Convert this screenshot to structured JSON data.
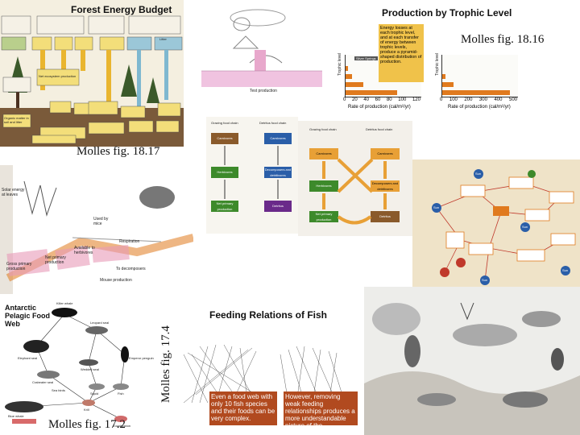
{
  "captions": {
    "fig_18_16": "Molles fig. 18.16",
    "fig_18_17": "Molles fig. 18.17",
    "fig_17_4": "Molles fig. 17.4",
    "fig_17_2": "Molles fig. 17.2"
  },
  "forest_energy": {
    "title": "Forest Energy Budget",
    "net_production": "Net ecosystem production",
    "litter_label": "Litter",
    "organic_matter": "Organic matter in soil and litter"
  },
  "trophic": {
    "title": "Production by Trophic Level",
    "callout": "Energy losses at each trophic level, and at each transfer of energy between trophic levels, produce a pyramid-shaped distribution of production.",
    "ylabel": "Trophic level",
    "xlabel_left": "Rate of production (cal/m²/yr)",
    "xlabel_right": "Rate of production (cal/m²/yr)",
    "ticks_left": [
      "0",
      "20",
      "40",
      "60",
      "80",
      "100",
      "120"
    ],
    "ticks_right": [
      "0",
      "100",
      "200",
      "300",
      "400",
      "500"
    ],
    "sublabel": "Silver Springs",
    "bottom_label": "Test production"
  },
  "food_chains": {
    "left_head_a": "Grazing food chain",
    "left_head_b": "Detritus food chain",
    "left_boxes_a": [
      "Carnivores",
      "Herbivores",
      "Net primary production"
    ],
    "left_boxes_b": [
      "Carnivores",
      "Decomposers and detritivores",
      "Detritus"
    ],
    "right_head_a": "Grazing food chain",
    "right_head_b": "Detritus food chain",
    "right_boxes_a": [
      "Carnivores",
      "Herbivores",
      "Net primary production"
    ],
    "right_boxes_b": [
      "Carnivores",
      "Decomposers and detritivores",
      "Detritus"
    ]
  },
  "solar_flow": {
    "solar_energy": "Solar energy at leaves",
    "gross_primary": "Gross primary production",
    "net_primary": "Net primary production",
    "available": "Available to herbivores",
    "used_by_mice": "Used by mice",
    "respiration": "Respiration",
    "decomposers": "To decomposers",
    "mouse_production": "Mouse production"
  },
  "antarctic": {
    "title": "Antarctic Pelagic Food Web",
    "labels": [
      "Killer whale",
      "Leopard seal",
      "Crabeater seal",
      "Weddell seal",
      "Elephant seal",
      "Emperor penguin",
      "Squid",
      "Fish",
      "Krill",
      "Blue whale",
      "Sea birds",
      "Zooplankton"
    ]
  },
  "feeding_fish": {
    "title": "Feeding Relations of Fish",
    "note_left": "Even a food web with only 10 fish species and their foods can be very complex.",
    "note_right": "However, removing weak feeding relationships produces a more understandable picture of the community."
  },
  "network": {
    "nodes": [
      "Sun",
      "Sun",
      "Sun",
      "Sun",
      "Sun"
    ]
  },
  "colors": {
    "box_brown": "#8a5a2b",
    "box_green": "#3d8a2b",
    "box_purple": "#6a2a8a",
    "box_blue": "#2a5ea8",
    "callout_yellow": "#f0c24a",
    "trophic_bar": "#e07a1e",
    "orange_box": "#e58a2e",
    "food_chain_orange": "#e8a036"
  }
}
